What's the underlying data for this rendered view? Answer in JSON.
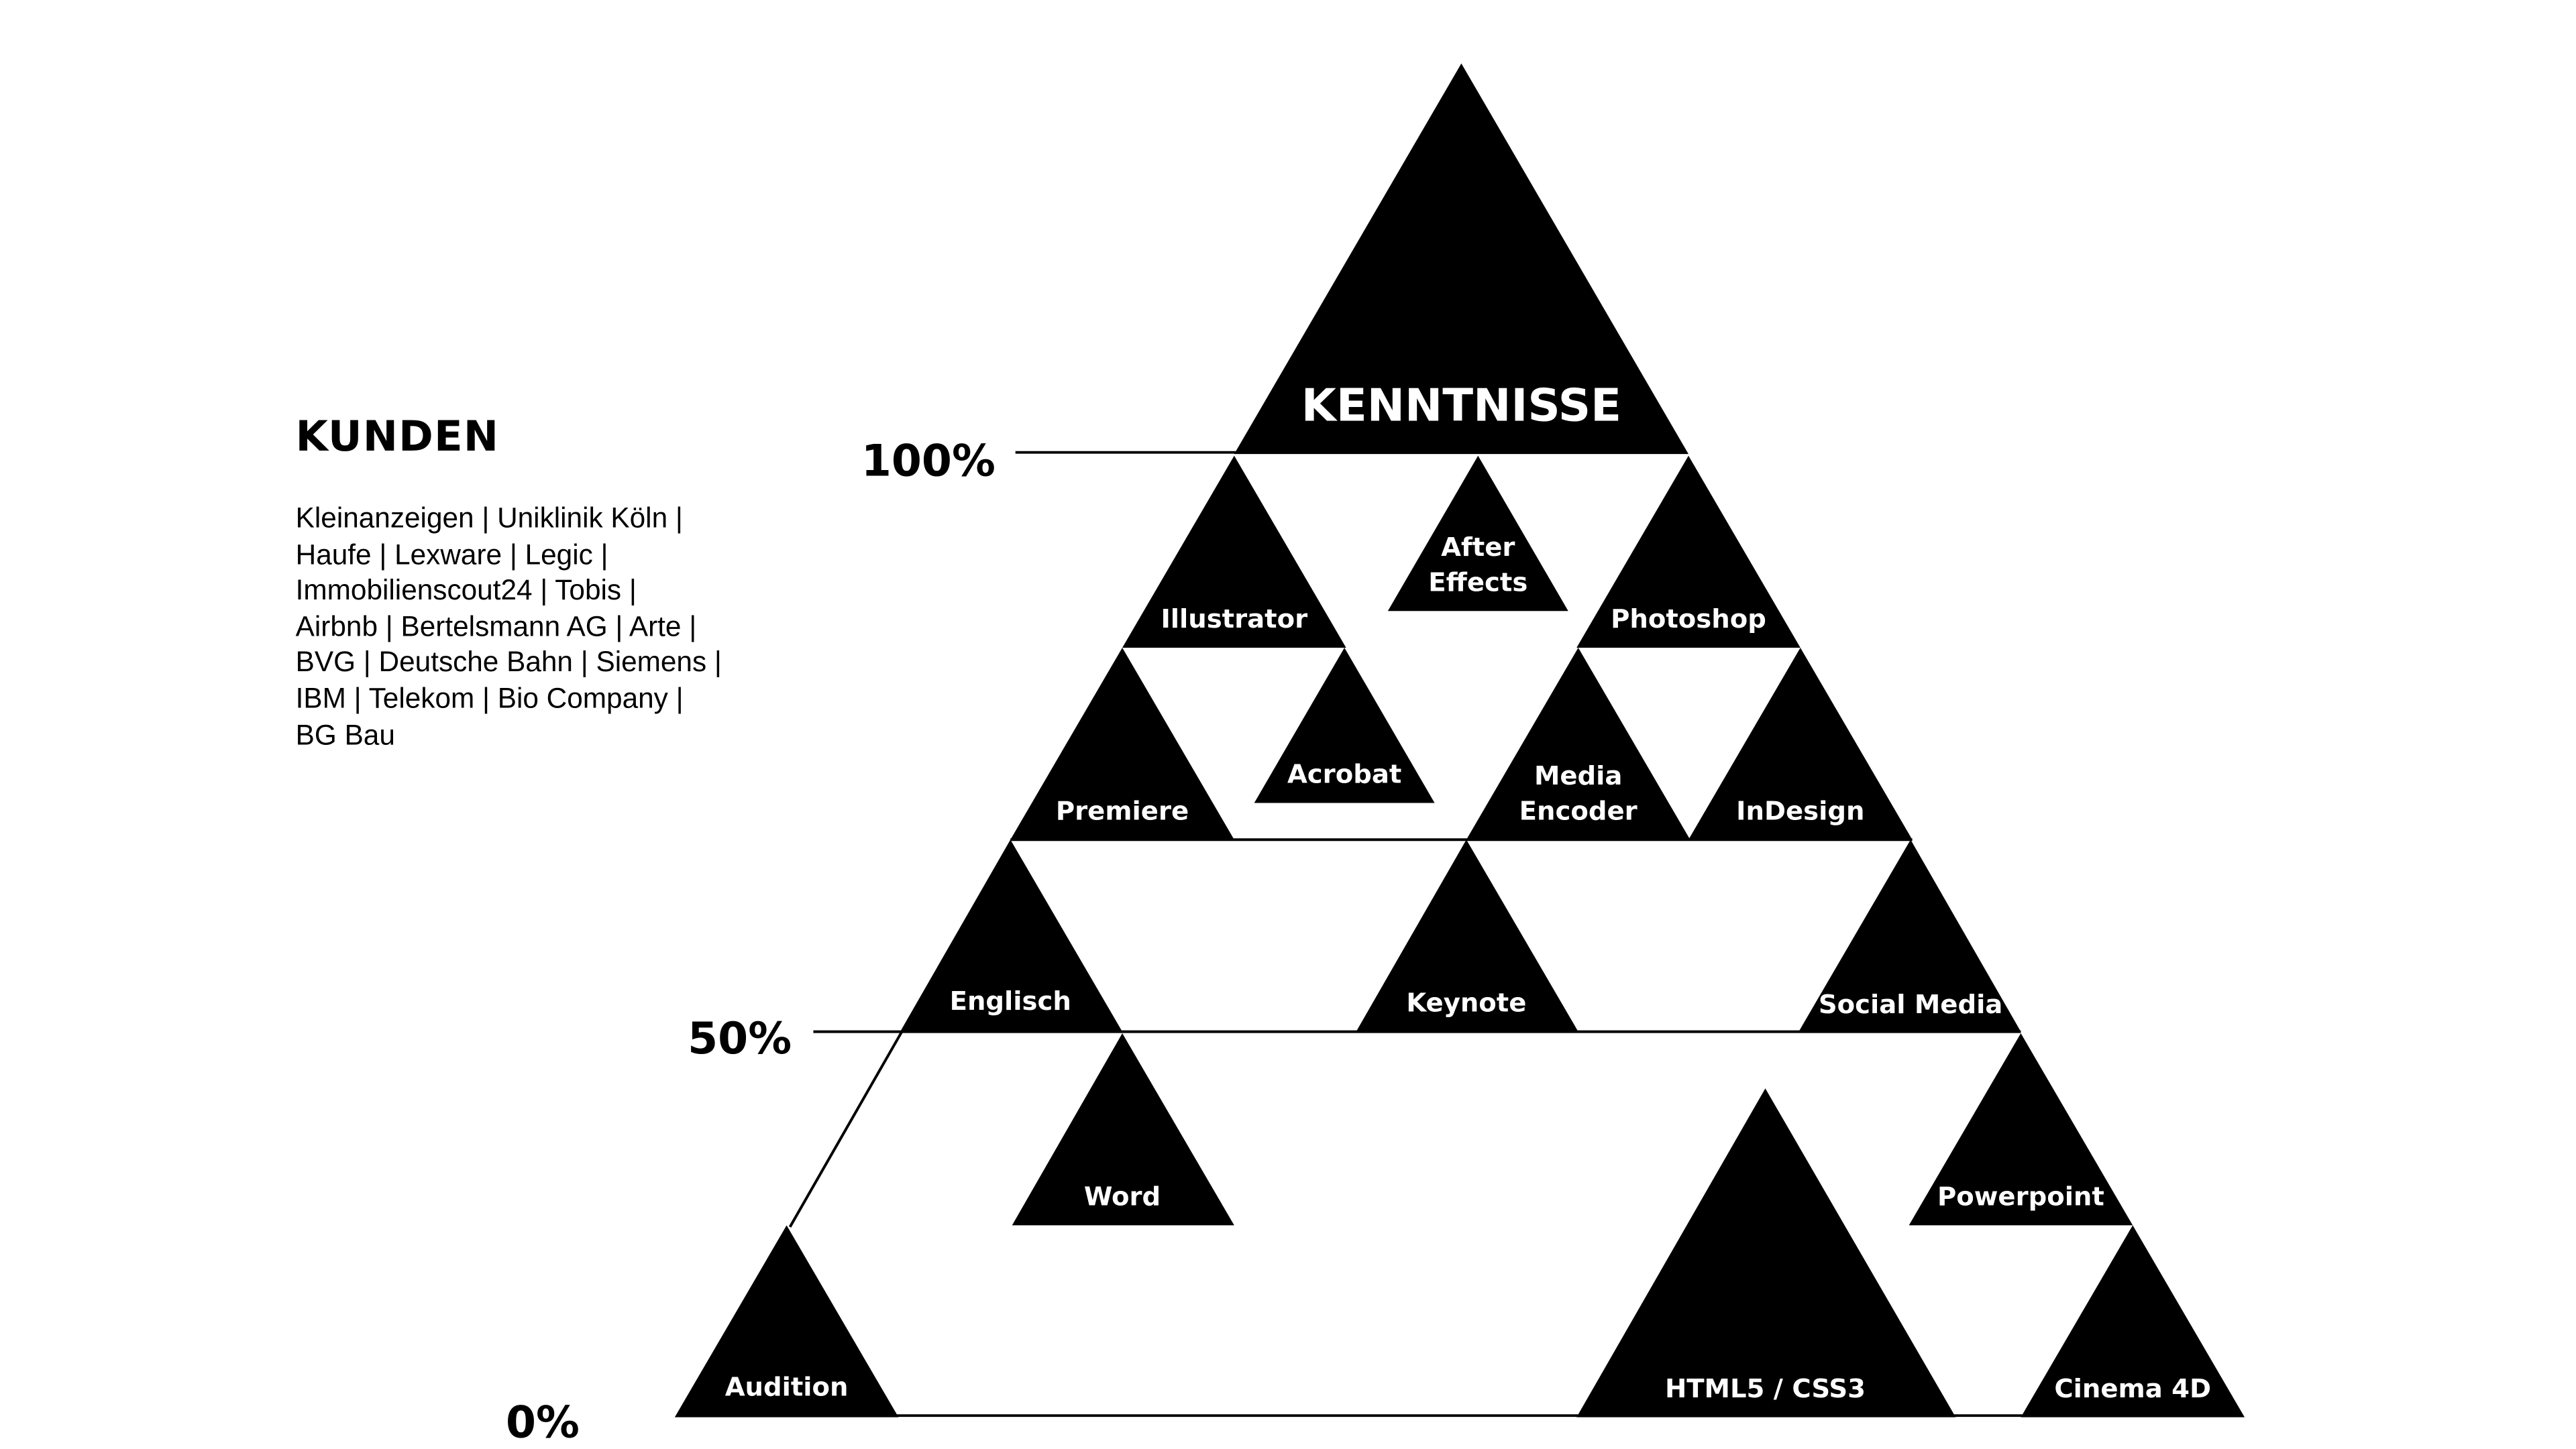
{
  "kunden": {
    "title": "KUNDEN",
    "lines": [
      "Kleinanzeigen | Uniklinik Köln |",
      "Haufe | Lexware |  Legic |",
      "Immobilienscout24 | Tobis |",
      "Airbnb | Bertelsmann AG | Arte |",
      "BVG | Deutsche Bahn | Siemens |",
      "IBM | Telekom | Bio Company |",
      "BG Bau"
    ]
  },
  "pyramid": {
    "title": "KENNTNISSE",
    "levels": {
      "top": "100%",
      "middle": "50%",
      "bottom": "0%"
    },
    "skills": {
      "after_effects": [
        "After",
        "Effects"
      ],
      "illustrator": [
        "Illustrator"
      ],
      "photoshop": [
        "Photoshop"
      ],
      "premiere": [
        "Premiere"
      ],
      "acrobat": [
        "Acrobat"
      ],
      "media_encoder": [
        "Media",
        "Encoder"
      ],
      "indesign": [
        "InDesign"
      ],
      "englisch": [
        "Englisch"
      ],
      "keynote": [
        "Keynote"
      ],
      "social_media": [
        "Social Media"
      ],
      "word": [
        "Word"
      ],
      "powerpoint": [
        "Powerpoint"
      ],
      "audition": [
        "Audition"
      ],
      "html_css": [
        "HTML5 / CSS3"
      ],
      "cinema_4d": [
        "Cinema 4D"
      ]
    }
  }
}
